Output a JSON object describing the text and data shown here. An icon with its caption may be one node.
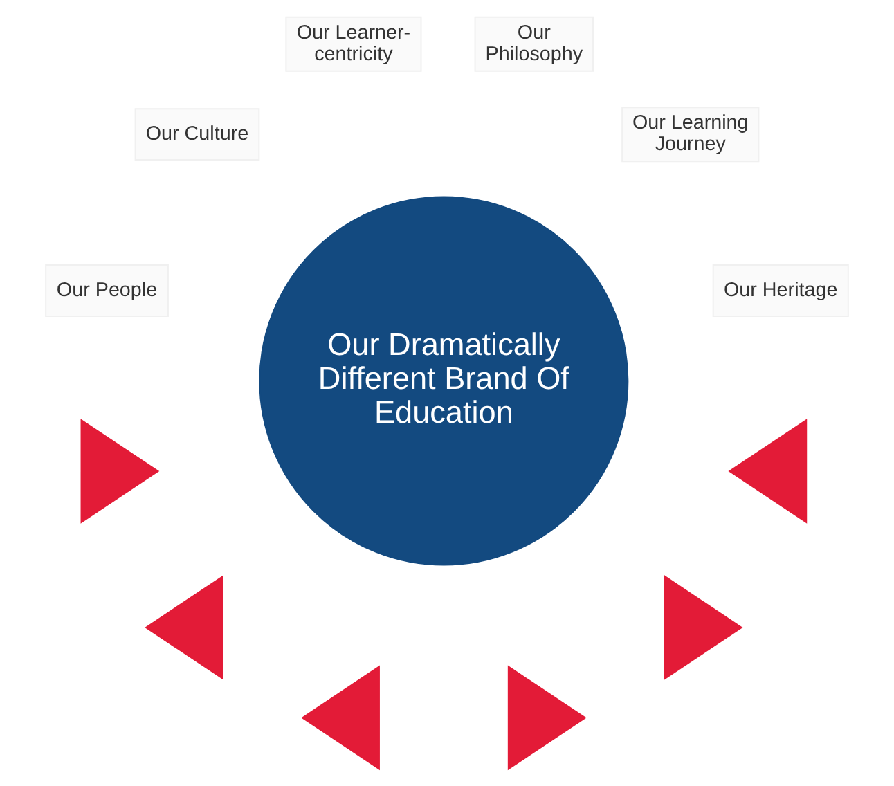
{
  "diagram": {
    "nodes": [
      {
        "text": [
          "Our Dramatically Different Brand Of Education"
        ]
      },
      {
        "text": [
          "Our Heritage"
        ]
      },
      {
        "text": [
          "Our Learning Journey"
        ]
      },
      {
        "text": [
          "Our Philosophy"
        ]
      },
      {
        "text": [
          "Our Learner-centricity"
        ]
      },
      {
        "text": [
          "Our Culture"
        ]
      },
      {
        "text": [
          "Our People"
        ]
      },
      {
        "text": [],
        "shape": "triangle"
      },
      {
        "text": [],
        "shape": "triangle"
      },
      {
        "text": [],
        "shape": "triangle"
      },
      {
        "text": [],
        "shape": "triangle"
      },
      {
        "text": [],
        "shape": "triangle"
      },
      {
        "text": [],
        "shape": "triangle"
      }
    ],
    "edges": []
  }
}
